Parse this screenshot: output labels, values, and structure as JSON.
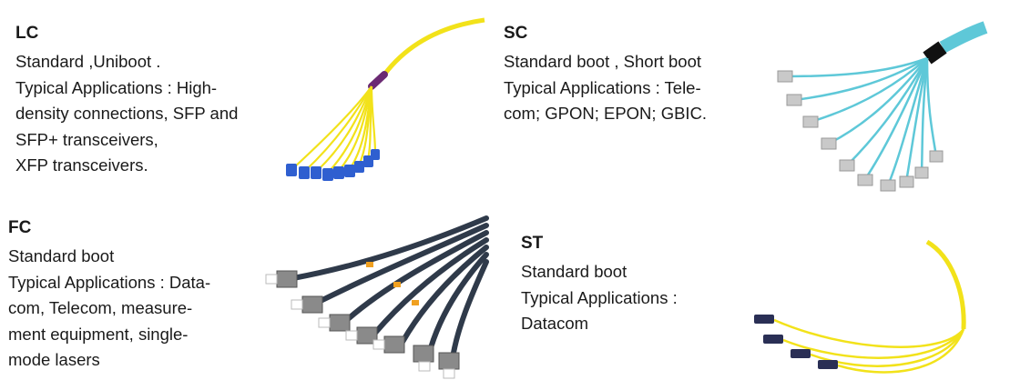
{
  "lc": {
    "title": "LC",
    "lines": [
      "Standard ,Uniboot .",
      "Typical Applications : High-",
      "density connections, SFP and",
      "SFP+ transceivers,",
      " XFP transceivers."
    ]
  },
  "sc": {
    "title": "SC",
    "lines": [
      "Standard boot ,   Short boot",
      "Typical Applications : Tele-",
      "com; GPON; EPON; GBIC."
    ]
  },
  "fc": {
    "title": "FC",
    "lines": [
      "Standard boot",
      "Typical Applications : Data-",
      "com, Telecom, measure-",
      "ment equipment, single-",
      "mode lasers"
    ]
  },
  "st": {
    "title": "ST",
    "lines": [
      "Standard boot",
      "Typical Applications :",
      "Datacom"
    ]
  },
  "colors": {
    "yellow_cable": "#f2e21a",
    "aqua_cable": "#5ec8d8",
    "dark_cable": "#2f3a4a",
    "lc_connector": "#2f5fd0",
    "sc_connector": "#c9c9c9",
    "fc_connector": "#8a8a8a",
    "st_connector": "#2a2f55"
  }
}
